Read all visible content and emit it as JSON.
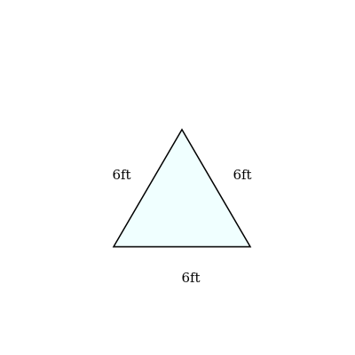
{
  "triangle": {
    "fill_color": "#f0ffff",
    "stroke_color": "#000000",
    "sides": {
      "left": "6ft",
      "right": "6ft",
      "bottom": "6ft"
    }
  }
}
